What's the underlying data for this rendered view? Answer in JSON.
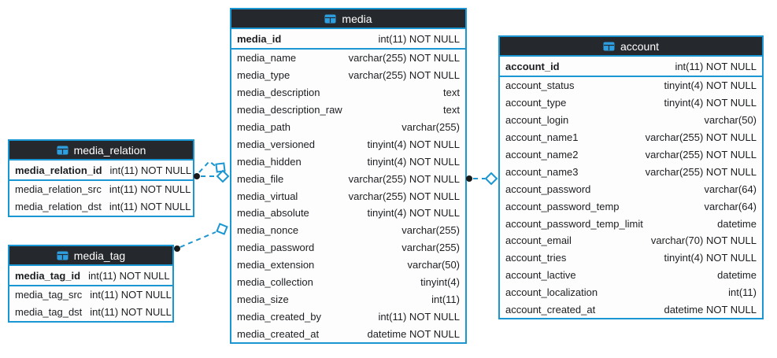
{
  "colors": {
    "accent": "#1a96d2",
    "header_bg": "#25282c",
    "header_text": "#ffffff",
    "row_text": "#1c1e21",
    "table_bg": "#fdfdfd",
    "connector_dot": "#1a1a1a",
    "icon_blue": "#2d9fe0"
  },
  "tables": [
    {
      "name": "media",
      "icon": "table-icon",
      "fields": [
        {
          "name": "media_id",
          "type": "int(11) NOT NULL",
          "pk": true
        },
        {
          "name": "media_name",
          "type": "varchar(255) NOT NULL"
        },
        {
          "name": "media_type",
          "type": "varchar(255) NOT NULL"
        },
        {
          "name": "media_description",
          "type": "text"
        },
        {
          "name": "media_description_raw",
          "type": "text"
        },
        {
          "name": "media_path",
          "type": "varchar(255)"
        },
        {
          "name": "media_versioned",
          "type": "tinyint(4) NOT NULL"
        },
        {
          "name": "media_hidden",
          "type": "tinyint(4) NOT NULL"
        },
        {
          "name": "media_file",
          "type": "varchar(255) NOT NULL"
        },
        {
          "name": "media_virtual",
          "type": "varchar(255) NOT NULL"
        },
        {
          "name": "media_absolute",
          "type": "tinyint(4) NOT NULL"
        },
        {
          "name": "media_nonce",
          "type": "varchar(255)"
        },
        {
          "name": "media_password",
          "type": "varchar(255)"
        },
        {
          "name": "media_extension",
          "type": "varchar(50)"
        },
        {
          "name": "media_collection",
          "type": "tinyint(4)"
        },
        {
          "name": "media_size",
          "type": "int(11)"
        },
        {
          "name": "media_created_by",
          "type": "int(11) NOT NULL"
        },
        {
          "name": "media_created_at",
          "type": "datetime NOT NULL"
        }
      ]
    },
    {
      "name": "account",
      "icon": "table-icon",
      "fields": [
        {
          "name": "account_id",
          "type": "int(11) NOT NULL",
          "pk": true
        },
        {
          "name": "account_status",
          "type": "tinyint(4) NOT NULL"
        },
        {
          "name": "account_type",
          "type": "tinyint(4) NOT NULL"
        },
        {
          "name": "account_login",
          "type": "varchar(50)"
        },
        {
          "name": "account_name1",
          "type": "varchar(255) NOT NULL"
        },
        {
          "name": "account_name2",
          "type": "varchar(255) NOT NULL"
        },
        {
          "name": "account_name3",
          "type": "varchar(255) NOT NULL"
        },
        {
          "name": "account_password",
          "type": "varchar(64)"
        },
        {
          "name": "account_password_temp",
          "type": "varchar(64)"
        },
        {
          "name": "account_password_temp_limit",
          "type": "datetime"
        },
        {
          "name": "account_email",
          "type": "varchar(70) NOT NULL"
        },
        {
          "name": "account_tries",
          "type": "tinyint(4) NOT NULL"
        },
        {
          "name": "account_lactive",
          "type": "datetime"
        },
        {
          "name": "account_localization",
          "type": "int(11)"
        },
        {
          "name": "account_created_at",
          "type": "datetime NOT NULL"
        }
      ]
    },
    {
      "name": "media_relation",
      "icon": "table-icon",
      "fields": [
        {
          "name": "media_relation_id",
          "type": "int(11) NOT NULL",
          "pk": true
        },
        {
          "name": "media_relation_src",
          "type": "int(11) NOT NULL"
        },
        {
          "name": "media_relation_dst",
          "type": "int(11) NOT NULL"
        }
      ]
    },
    {
      "name": "media_tag",
      "icon": "table-icon",
      "fields": [
        {
          "name": "media_tag_id",
          "type": "int(11) NOT NULL",
          "pk": true
        },
        {
          "name": "media_tag_src",
          "type": "int(11) NOT NULL"
        },
        {
          "name": "media_tag_dst",
          "type": "int(11) NOT NULL"
        }
      ]
    }
  ],
  "relationships": [
    {
      "from": "media_relation",
      "to": "media",
      "line": "dashed",
      "from_marker": "dot",
      "to_marker": "open-diamond",
      "lines": 2
    },
    {
      "from": "media_tag",
      "to": "media",
      "line": "dashed",
      "from_marker": "dot",
      "to_marker": "open-diamond",
      "lines": 1
    },
    {
      "from": "media",
      "to": "account",
      "line": "dashed",
      "from_marker": "dot",
      "to_marker": "open-diamond",
      "lines": 1
    }
  ]
}
